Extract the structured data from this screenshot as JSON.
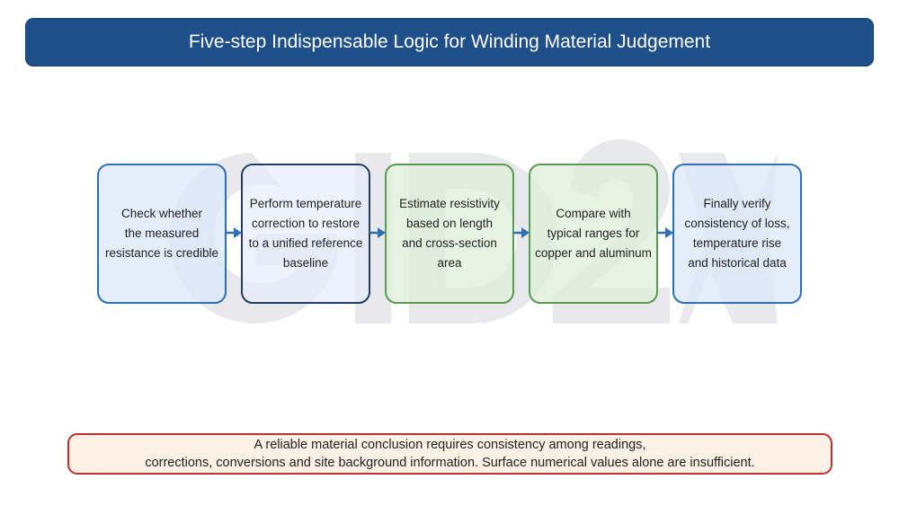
{
  "title": "Five-step Indispensable Logic for Winding Material Judgement",
  "steps": [
    {
      "text": "Check whether\nthe measured\nresistance is credible"
    },
    {
      "text": "Perform temperature\ncorrection to restore\nto a unified reference\nbaseline"
    },
    {
      "text": "Estimate resistivity\nbased on length\nand cross-section area"
    },
    {
      "text": "Compare with\ntypical ranges for\ncopper and aluminum"
    },
    {
      "text": "Finally verify\nconsistency of loss,\ntemperature rise\nand historical data"
    }
  ],
  "note": {
    "line1": "A reliable material conclusion requires consistency among readings,",
    "line2": "corrections, conversions and site background information. Surface numerical values alone are insufficient."
  },
  "colors": {
    "title_bg": "#1e4f8a",
    "step_blue": "#2f6fb5",
    "step_navy": "#223e66",
    "step_green": "#5b9a52",
    "arrow": "#2f6fb5",
    "note_border": "#c0302f",
    "note_bg": "#fdf0e4"
  }
}
